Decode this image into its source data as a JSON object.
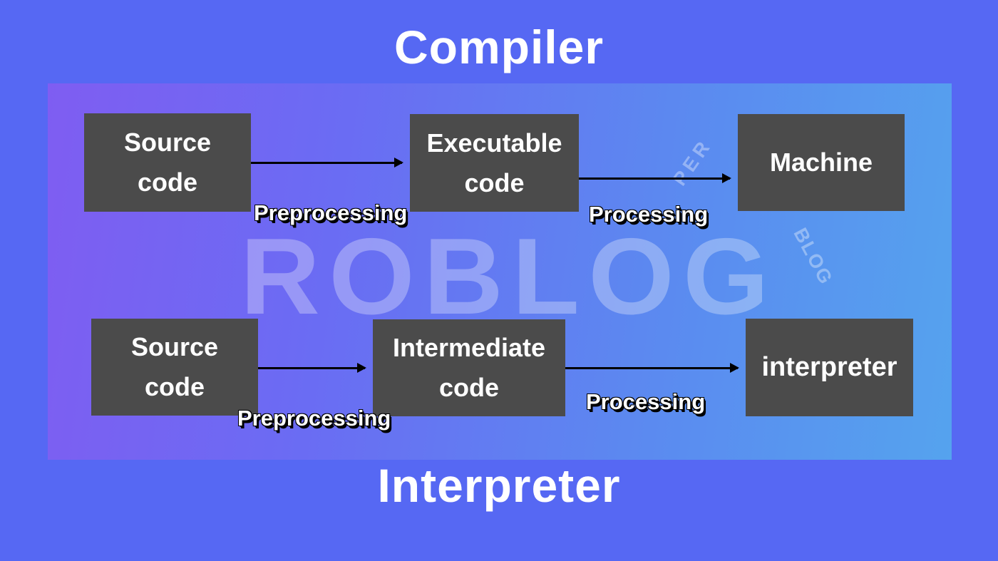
{
  "titles": {
    "compiler": "Compiler",
    "interpreter": "Interpreter"
  },
  "watermark": {
    "main": "ROBLOG",
    "arc_top": "PER",
    "arc_side": "BLOG"
  },
  "colors": {
    "outer_background": "#5668f3",
    "panel_gradient_start": "#7f5df2",
    "panel_gradient_end": "#55a3ee",
    "box_fill": "#4b4b4b",
    "box_text": "#ffffff",
    "arrow": "#000000",
    "label_text": "#ffffff",
    "label_outline": "#000000"
  },
  "compiler_flow": {
    "boxes": [
      {
        "line1": "Source",
        "line2": "code"
      },
      {
        "line1": "Executable",
        "line2": "code"
      },
      {
        "line1": "Machine",
        "line2": ""
      }
    ],
    "labels": {
      "first": "Preprocessing",
      "second": "Processing"
    }
  },
  "interpreter_flow": {
    "boxes": [
      {
        "line1": "Source",
        "line2": "code"
      },
      {
        "line1": "Intermediate",
        "line2": "code"
      },
      {
        "line1": "interpreter",
        "line2": ""
      }
    ],
    "labels": {
      "first": "Preprocessing",
      "second": "Processing"
    }
  }
}
